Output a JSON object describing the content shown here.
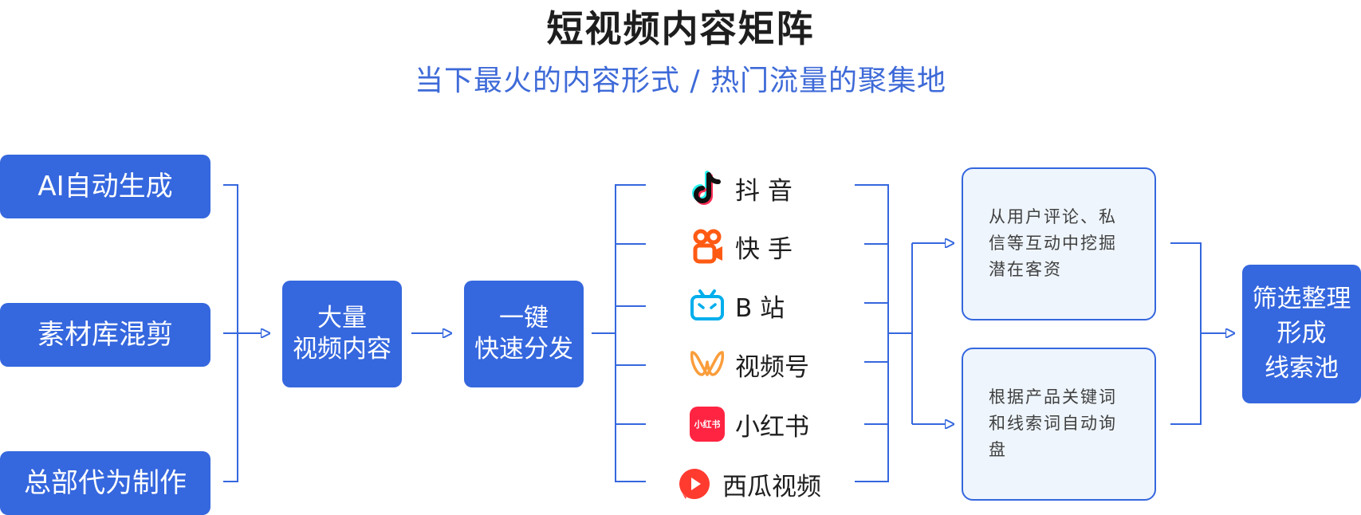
{
  "title": "短视频内容矩阵",
  "subtitle": "当下最火的内容形式 / 热门流量的聚集地",
  "sources": [
    {
      "label": "AI自动生成"
    },
    {
      "label": "素材库混剪"
    },
    {
      "label": "总部代为制作"
    }
  ],
  "stage1": {
    "line1": "大量",
    "line2": "视频内容"
  },
  "stage2": {
    "line1": "一键",
    "line2": "快速分发"
  },
  "platforms": [
    {
      "name": "抖 音",
      "icon": "douyin-icon"
    },
    {
      "name": "快 手",
      "icon": "kuaishou-icon"
    },
    {
      "name": "B 站",
      "icon": "bilibili-icon"
    },
    {
      "name": "视频号",
      "icon": "channels-icon"
    },
    {
      "name": "小红书",
      "icon": "xiaohongshu-icon",
      "icon_text": "小红书"
    },
    {
      "name": "西瓜视频",
      "icon": "xigua-icon"
    }
  ],
  "insights": [
    {
      "text": "从用户评论、私信等互动中挖掘潜在客资"
    },
    {
      "text": "根据产品关键词和线索词自动询盘"
    }
  ],
  "result": {
    "line1": "筛选整理",
    "line2": "形成",
    "line3": "线索池"
  },
  "colors": {
    "primary": "#3567de",
    "subtitle": "#3e6ad8",
    "panel_bg": "#eef5fc",
    "title": "#1e1e1e",
    "body_text": "#404040"
  }
}
